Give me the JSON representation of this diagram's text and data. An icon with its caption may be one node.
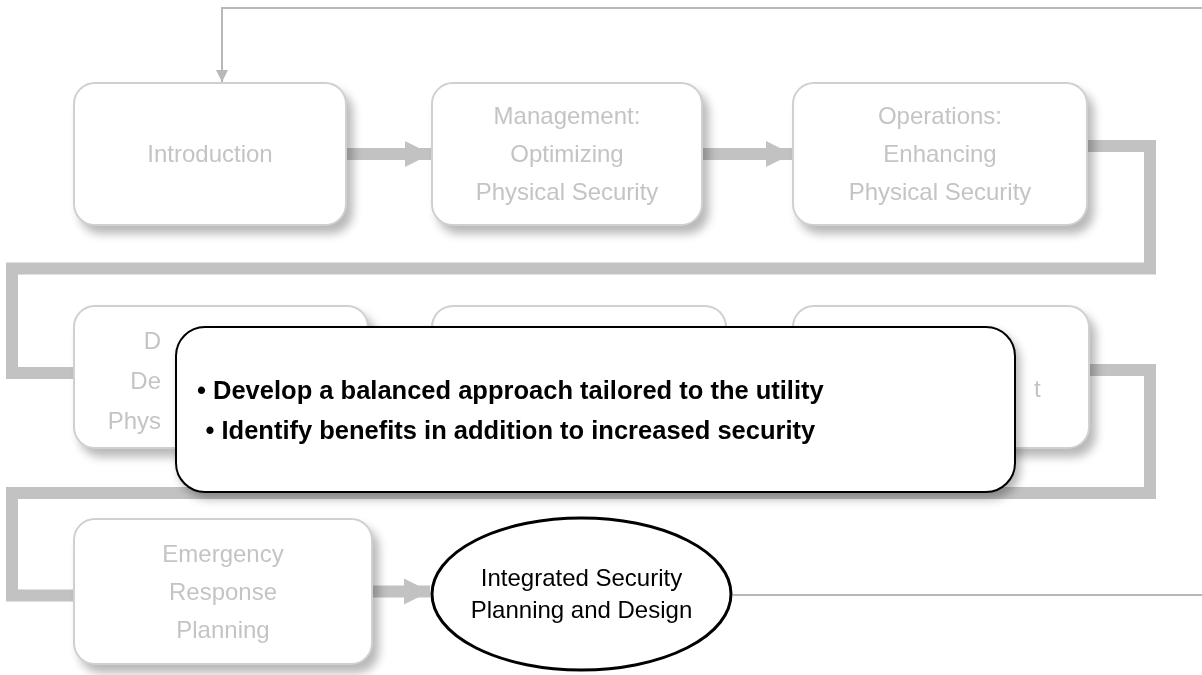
{
  "diagram": {
    "nodes": [
      {
        "text": [
          "Introduction"
        ]
      },
      {
        "text": [
          "Management: Optimizing Physical Security"
        ]
      },
      {
        "text": [
          "Operations: Enhancing Physical Security"
        ]
      },
      {
        "text": [
          "D De Phys"
        ]
      },
      {
        "text": [],
        "shape": "box"
      },
      {
        "text": [
          "t"
        ]
      },
      {
        "text": [
          "• Develop a balanced approach tailored to the utility",
          "• Identify benefits in addition to increased security"
        ]
      },
      {
        "text": [
          "Emergency Response Planning"
        ]
      },
      {
        "text": [
          "Integrated Security Planning and Design"
        ]
      }
    ],
    "edges": [
      {
        "from": 0,
        "to": 1,
        "arrow": "to"
      },
      {
        "from": 1,
        "to": 2,
        "arrow": "to"
      },
      {
        "from": 2,
        "to": 3,
        "arrow": "none"
      },
      {
        "from": 5,
        "to": 7,
        "arrow": "none"
      },
      {
        "from": 7,
        "to": 8,
        "arrow": "to"
      },
      {
        "from": 8,
        "to": null,
        "arrow": "none"
      },
      {
        "from": null,
        "to": 0,
        "arrow": "to"
      }
    ]
  }
}
